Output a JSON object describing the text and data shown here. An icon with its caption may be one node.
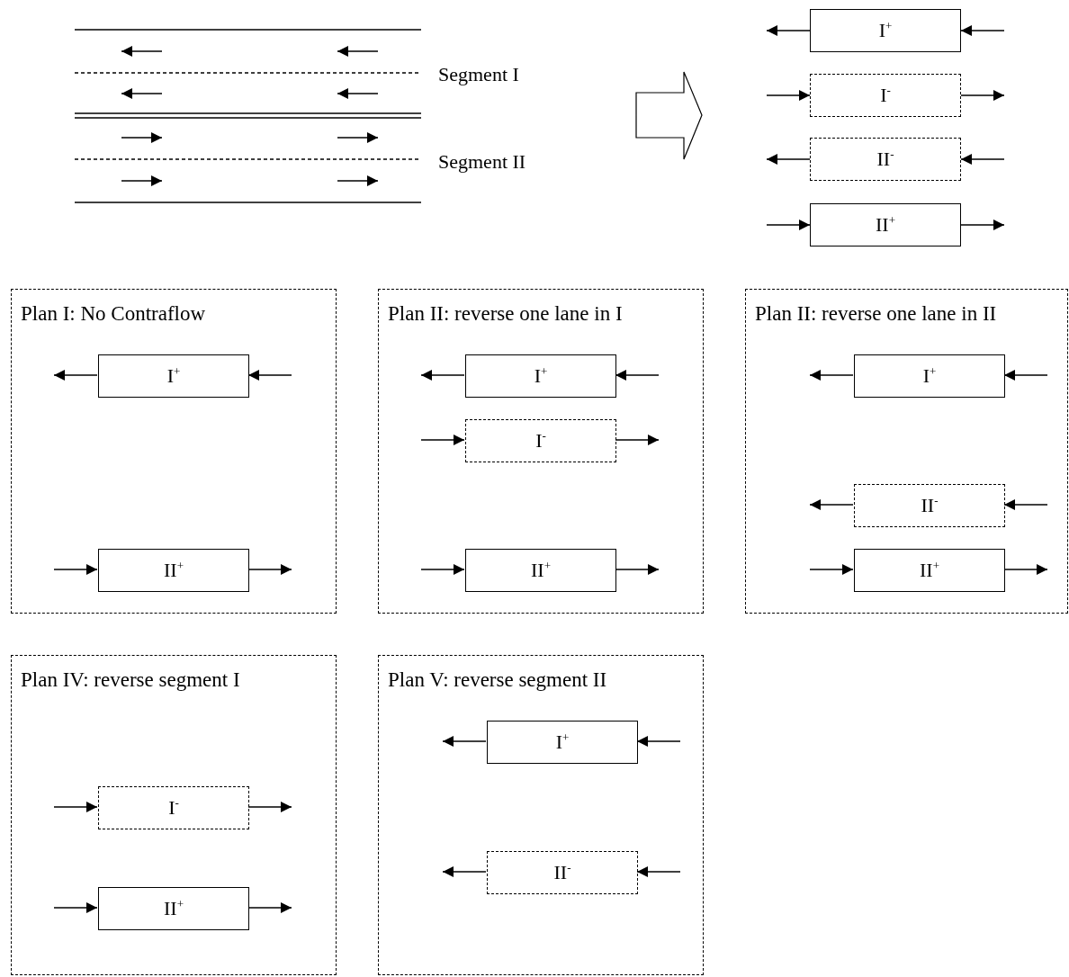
{
  "diagram": {
    "nodes": [
      {
        "text": [
          "I$^{+}$"
        ]
      },
      {
        "text": [
          "I$^{-}$"
        ]
      },
      {
        "text": [
          "II$^{-}$"
        ]
      },
      {
        "text": [
          "II$^{+}$"
        ]
      },
      {
        "text": [
          "Plan I: No Contraflow"
        ]
      },
      {
        "text": [
          "I$^{+}$"
        ],
        "in": 4
      },
      {
        "text": [
          "II$^{+}$"
        ],
        "in": 4
      },
      {
        "text": [
          "Plan II: reverse one lane in I"
        ]
      },
      {
        "text": [
          "I$^{+}$"
        ],
        "in": 7
      },
      {
        "text": [
          "I$^{-}$"
        ],
        "in": 7
      },
      {
        "text": [
          "II$^{+}$"
        ],
        "in": 7
      },
      {
        "text": [
          "Plan II: reverse one lane in II"
        ]
      },
      {
        "text": [
          "I$^{+}$"
        ],
        "in": 11
      },
      {
        "text": [
          "II$^{-}$"
        ],
        "in": 11
      },
      {
        "text": [
          "II$^{+}$"
        ],
        "in": 11
      },
      {
        "text": [
          "Plan IV: reverse segment I"
        ]
      },
      {
        "text": [
          "I$^{-}$"
        ],
        "in": 15
      },
      {
        "text": [
          "II$^{+}$"
        ],
        "in": 15
      },
      {
        "text": [
          "Plan V: reverse segment II"
        ]
      },
      {
        "text": [
          "I$^{+}$"
        ],
        "in": 18
      },
      {
        "text": [
          "II$^{-}$"
        ],
        "in": 18
      }
    ],
    "edges": [
      {
        "from": 0,
        "to": null,
        "arrow": "to"
      },
      {
        "from": null,
        "to": 0,
        "arrow": "to"
      },
      {
        "from": null,
        "to": 1,
        "arrow": "to"
      },
      {
        "from": 1,
        "to": null,
        "arrow": "to"
      },
      {
        "from": 2,
        "to": null,
        "arrow": "to"
      },
      {
        "from": null,
        "to": 2,
        "arrow": "to"
      },
      {
        "from": null,
        "to": 3,
        "arrow": "to"
      },
      {
        "from": 3,
        "to": null,
        "arrow": "to"
      },
      {
        "from": 5,
        "to": null,
        "arrow": "to"
      },
      {
        "from": null,
        "to": 5,
        "arrow": "to"
      },
      {
        "from": null,
        "to": 6,
        "arrow": "to"
      },
      {
        "from": 6,
        "to": null,
        "arrow": "to"
      },
      {
        "from": 8,
        "to": null,
        "arrow": "to"
      },
      {
        "from": null,
        "to": 8,
        "arrow": "to"
      },
      {
        "from": null,
        "to": 9,
        "arrow": "to"
      },
      {
        "from": 9,
        "to": null,
        "arrow": "to"
      },
      {
        "from": null,
        "to": 10,
        "arrow": "to"
      },
      {
        "from": 10,
        "to": null,
        "arrow": "to"
      },
      {
        "from": 12,
        "to": null,
        "arrow": "to"
      },
      {
        "from": null,
        "to": 12,
        "arrow": "to"
      },
      {
        "from": 13,
        "to": null,
        "arrow": "to"
      },
      {
        "from": null,
        "to": 13,
        "arrow": "to"
      },
      {
        "from": null,
        "to": 14,
        "arrow": "to"
      },
      {
        "from": 14,
        "to": null,
        "arrow": "to"
      },
      {
        "from": null,
        "to": 16,
        "arrow": "to"
      },
      {
        "from": 16,
        "to": null,
        "arrow": "to"
      },
      {
        "from": null,
        "to": 17,
        "arrow": "to"
      },
      {
        "from": 17,
        "to": null,
        "arrow": "to"
      },
      {
        "from": 19,
        "to": null,
        "arrow": "to"
      },
      {
        "from": null,
        "to": 19,
        "arrow": "to"
      },
      {
        "from": 20,
        "to": null,
        "arrow": "to"
      },
      {
        "from": null,
        "to": 20,
        "arrow": "to"
      }
    ],
    "labels": [
      "Segment I",
      "Segment II"
    ]
  }
}
